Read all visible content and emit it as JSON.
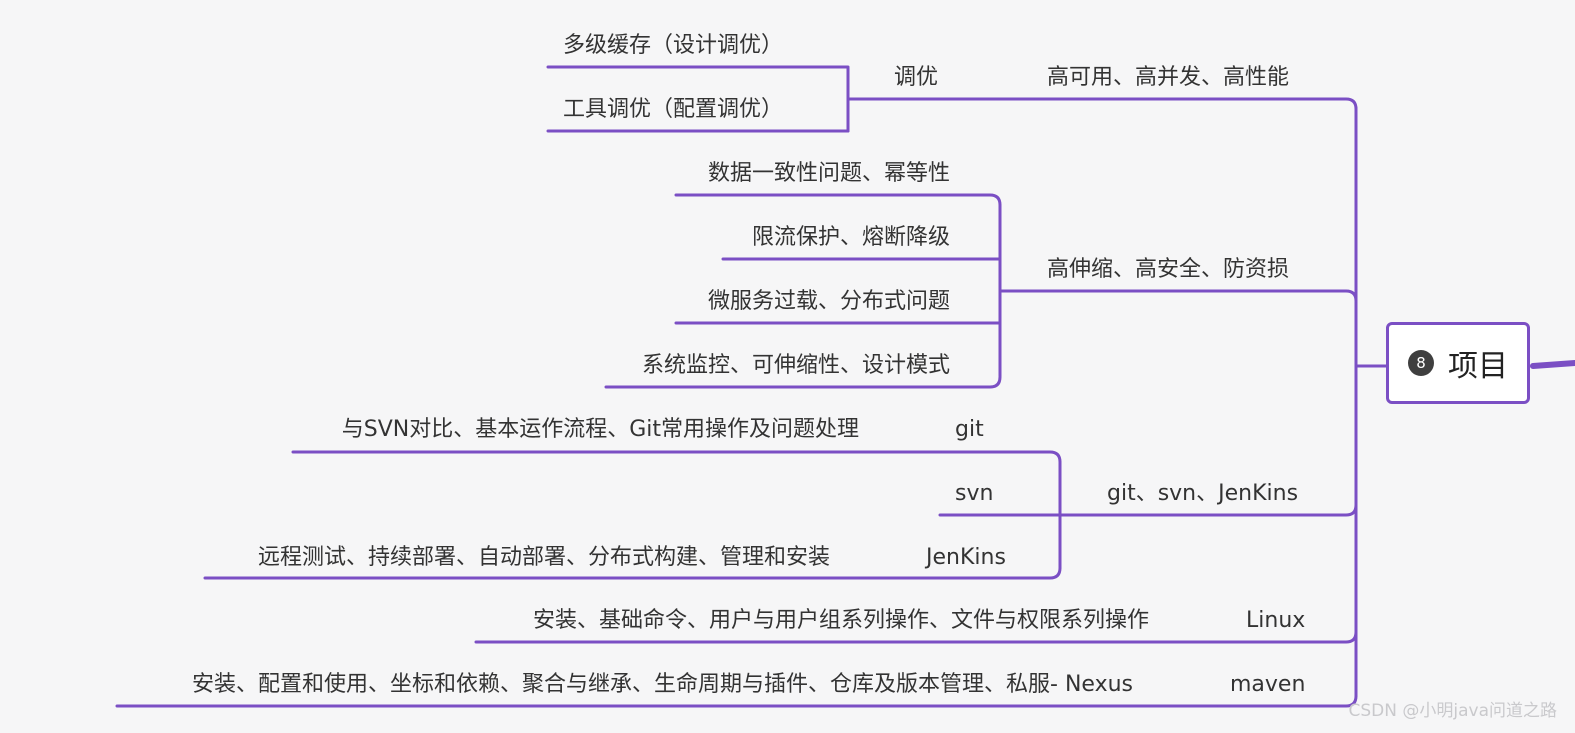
{
  "root": {
    "label": "项目",
    "badge": "8"
  },
  "branches": {
    "high_availability": "高可用、高并发、高性能",
    "tuning": "调优",
    "multi_cache": "多级缓存（设计调优）",
    "tool_tuning": "工具调优（配置调优）",
    "high_scalability": "高伸缩、高安全、防资损",
    "data_consistency": "数据一致性问题、幂等性",
    "rate_limiting": "限流保护、熔断降级",
    "microservice": "微服务过载、分布式问题",
    "monitoring": "系统监控、可伸缩性、设计模式",
    "vcs": "git、svn、JenKins",
    "git": "git",
    "git_detail": "与SVN对比、基本运作流程、Git常用操作及问题处理",
    "svn": "svn",
    "jenkins": "JenKins",
    "jenkins_detail": "远程测试、持续部署、自动部署、分布式构建、管理和安装",
    "linux": "Linux",
    "linux_detail": "安装、基础命令、用户与用户组系列操作、文件与权限系列操作",
    "maven": "maven",
    "maven_detail": "安装、配置和使用、坐标和依赖、聚合与继承、生命周期与插件、仓库及版本管理、私服- Nexus"
  },
  "watermark": "CSDN @小明java问道之路",
  "colors": {
    "line": "#7b4fc4",
    "text": "#333333",
    "background": "#f6f6f7"
  }
}
